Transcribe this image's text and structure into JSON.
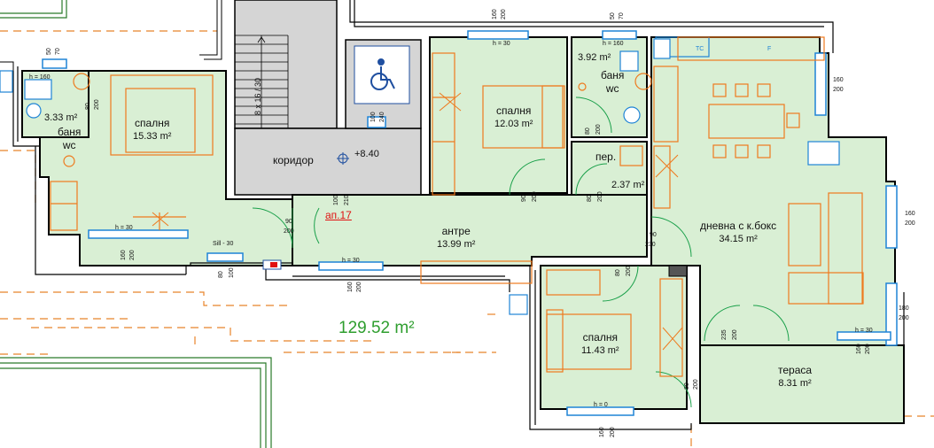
{
  "plan": {
    "apartment_label": "ап.17",
    "total_area": "129.52 m²",
    "elevation": "+8.40",
    "stair_label": "8 x 16 / 30",
    "rooms": [
      {
        "id": "bath1",
        "name": "баня",
        "sub": "wc",
        "area": "3.33 m²"
      },
      {
        "id": "bed1",
        "name": "спалня",
        "area": "15.33 m²"
      },
      {
        "id": "corridor",
        "name": "коридор",
        "area": ""
      },
      {
        "id": "bed2",
        "name": "спалня",
        "area": "12.03 m²"
      },
      {
        "id": "bath2",
        "name": "баня",
        "sub": "wc",
        "area": "3.92 m²"
      },
      {
        "id": "laundry",
        "name": "пер.",
        "area": "2.37 m²"
      },
      {
        "id": "hall",
        "name": "антре",
        "area": "13.99 m²"
      },
      {
        "id": "living",
        "name": "дневна с к.бокс",
        "area": "34.15 m²"
      },
      {
        "id": "bed3",
        "name": "спалня",
        "area": "11.43 m²"
      },
      {
        "id": "terrace",
        "name": "тераса",
        "area": "8.31 m²"
      }
    ],
    "dimensions": {
      "h160": "h = 160",
      "h30": "h = 30",
      "h0": "h = 0",
      "sill30": "Sill - 30",
      "d50": "50",
      "d70": "70",
      "d80": "80",
      "d90": "90",
      "d100": "100",
      "d160": "160",
      "d180": "180",
      "d200": "200",
      "d210": "210",
      "d230": "230",
      "d235": "235",
      "d240": "240"
    },
    "kitchen": {
      "tc": "TC",
      "f": "F"
    },
    "colors": {
      "room_fill": "#d9efd4",
      "wall": "#000000",
      "furniture": "#ee7a1e",
      "window": "#1f84d6",
      "dash": "#e8842a",
      "total": "#2e9e2e",
      "apt_label": "#e01010"
    }
  }
}
